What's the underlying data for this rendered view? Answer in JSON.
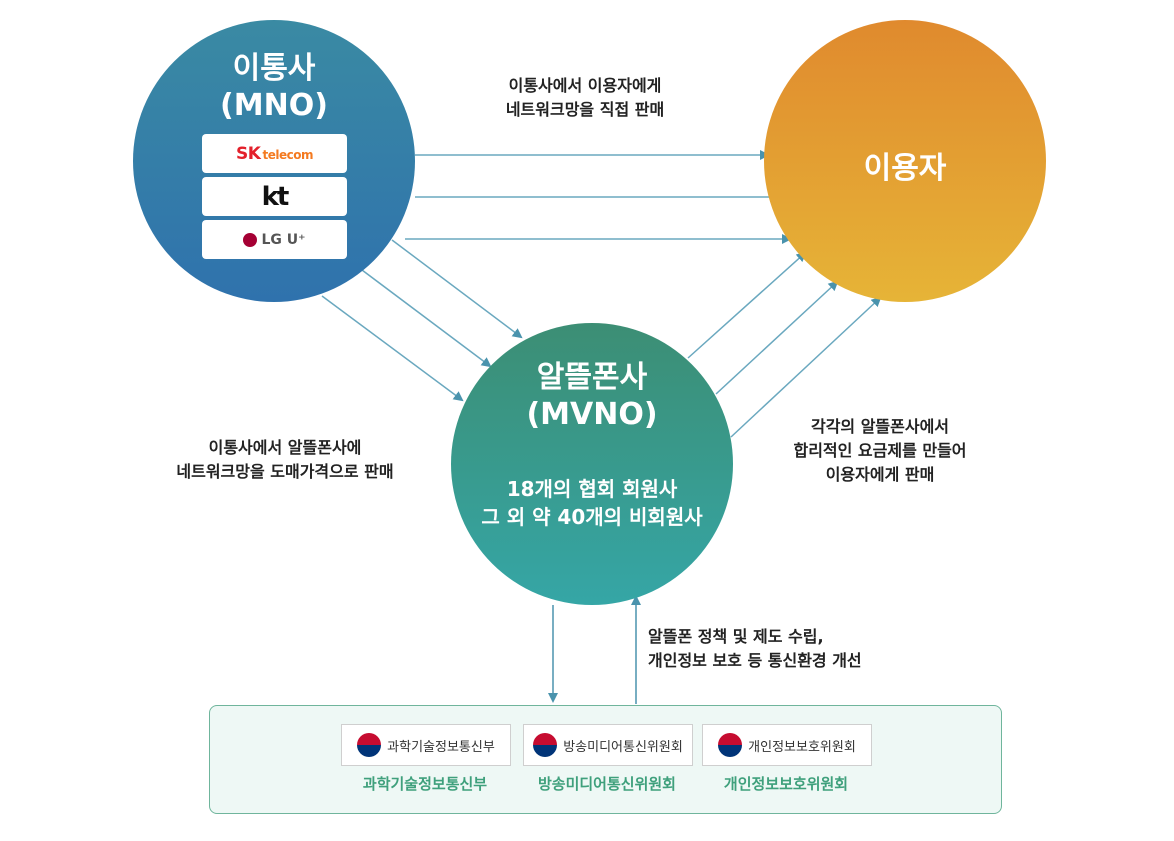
{
  "mno": {
    "title_line1": "이통사",
    "title_line2": "(MNO)",
    "logos": [
      {
        "name": "SK",
        "sub": "telecom"
      },
      {
        "name": "kt"
      },
      {
        "name": "LG U⁺"
      }
    ]
  },
  "user": {
    "title": "이용자"
  },
  "mvno": {
    "title_line1": "알뜰폰사",
    "title_line2": "(MVNO)",
    "desc_line1": "18개의 협회 회원사",
    "desc_line2": "그 외 약 40개의 비회원사"
  },
  "labels": {
    "mno_to_user": [
      "이통사에서 이용자에게",
      "네트워크망을 직접 판매"
    ],
    "mno_to_mvno": [
      "이통사에서 알뜰폰사에",
      "네트워크망을 도매가격으로 판매"
    ],
    "mvno_to_user": [
      "각각의 알뜰폰사에서",
      "합리적인 요금제를 만들어",
      "이용자에게 판매"
    ],
    "gov": [
      "알뜰폰 정책 및 제도 수립,",
      "개인정보 보호 등 통신환경 개선"
    ]
  },
  "agencies": [
    {
      "logo_text": "과학기술정보통신부",
      "name": "과학기술정보통신부"
    },
    {
      "logo_text": "방송미디어통신위원회",
      "name": "방송미디어통신위원회"
    },
    {
      "logo_text": "개인정보보호위원회",
      "name": "개인정보보호위원회"
    }
  ],
  "colors": {
    "arrow": "#5b9fb8",
    "agency_name": "#3fa07c",
    "box_border": "#6fb59c"
  }
}
